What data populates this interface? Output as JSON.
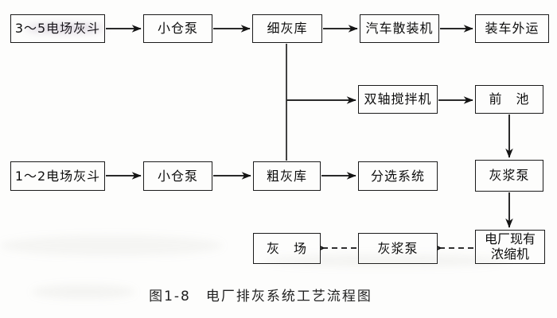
{
  "diagram": {
    "caption": "图1-8　电厂排灰系统工艺流程图",
    "nodes": {
      "hopper_3_5": "3～5电场灰斗",
      "bin_pump_top": "小仓泵",
      "fine_ash_silo": "细灰库",
      "truck_bulk_loader": "汽车散装机",
      "truck_transport": "装车外运",
      "twin_shaft_mixer": "双轴搅拌机",
      "forebay": "前　池",
      "hopper_1_2": "1～2电场灰斗",
      "bin_pump_bottom": "小仓泵",
      "coarse_ash_silo": "粗灰库",
      "sorting_system": "分选系统",
      "slurry_pump_upper": "灰浆泵",
      "ash_yard": "灰　场",
      "slurry_pump_lower": "灰浆泵",
      "existing_thickener": "电厂现有\n浓缩机"
    },
    "edges": [
      {
        "from": "hopper_3_5",
        "to": "bin_pump_top",
        "style": "solid-arrow"
      },
      {
        "from": "bin_pump_top",
        "to": "fine_ash_silo",
        "style": "solid-arrow"
      },
      {
        "from": "fine_ash_silo",
        "to": "truck_bulk_loader",
        "style": "solid-arrow"
      },
      {
        "from": "truck_bulk_loader",
        "to": "truck_transport",
        "style": "solid-arrow"
      },
      {
        "from": "fine_ash_silo",
        "to": "coarse_ash_silo",
        "style": "plain-line"
      },
      {
        "from": "fine_ash_silo",
        "to": "twin_shaft_mixer",
        "style": "solid-arrow"
      },
      {
        "from": "twin_shaft_mixer",
        "to": "forebay",
        "style": "solid-arrow"
      },
      {
        "from": "hopper_1_2",
        "to": "bin_pump_bottom",
        "style": "solid-arrow"
      },
      {
        "from": "bin_pump_bottom",
        "to": "coarse_ash_silo",
        "style": "solid-arrow"
      },
      {
        "from": "coarse_ash_silo",
        "to": "sorting_system",
        "style": "solid-arrow"
      },
      {
        "from": "forebay",
        "to": "slurry_pump_upper",
        "style": "solid-arrow"
      },
      {
        "from": "slurry_pump_upper",
        "to": "existing_thickener",
        "style": "solid-arrow"
      },
      {
        "from": "existing_thickener",
        "to": "slurry_pump_lower",
        "style": "dashed-arrow"
      },
      {
        "from": "slurry_pump_lower",
        "to": "ash_yard",
        "style": "dashed-arrow"
      }
    ],
    "colors": {
      "line": "#1b1b1b",
      "text": "#0d0d0d",
      "background": "#fdfdfc"
    }
  }
}
